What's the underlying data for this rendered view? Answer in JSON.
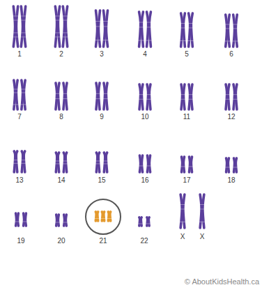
{
  "diagram": {
    "labels": [
      "1",
      "2",
      "3",
      "4",
      "5",
      "6",
      "7",
      "8",
      "9",
      "10",
      "11",
      "12",
      "13",
      "14",
      "15",
      "16",
      "17",
      "18",
      "19",
      "20",
      "21",
      "22",
      "X",
      "X",
      "© AboutKidsHealth.ca"
    ]
  }
}
